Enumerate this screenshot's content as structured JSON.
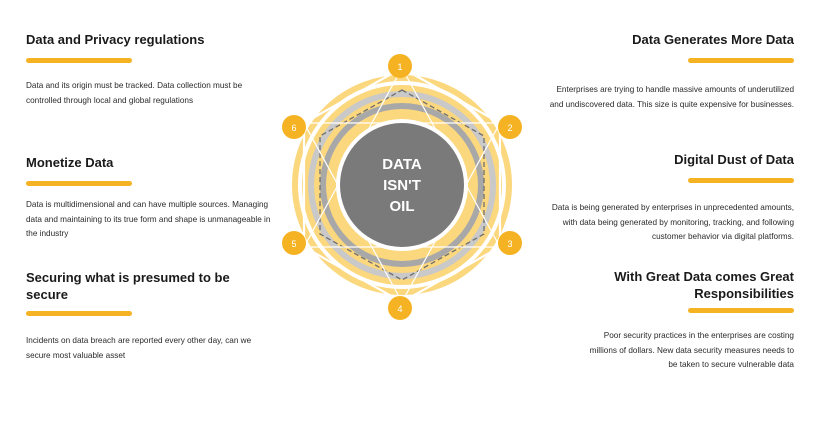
{
  "center": {
    "line1": "DATA",
    "line2": "ISN'T",
    "line3": "OIL"
  },
  "nodes": [
    "1",
    "2",
    "3",
    "4",
    "5",
    "6"
  ],
  "colors": {
    "accent": "#f5b324",
    "ring_light": "#fbd77e",
    "ring_gray": "#a8a8a8",
    "center_fill": "#7a7a7a"
  },
  "left": [
    {
      "title": "Data and Privacy regulations",
      "text": "Data and its origin must be tracked. Data collection must be controlled through local and global regulations"
    },
    {
      "title": "Monetize Data",
      "text": "Data is multidimensional and can have multiple sources. Managing data and maintaining to its true form and shape is unmanageable in the industry"
    },
    {
      "title": "Securing what is presumed to be secure",
      "text": "Incidents on data breach are reported every other day, can we secure most valuable asset"
    }
  ],
  "right": [
    {
      "title": "Data Generates More Data",
      "text": "Enterprises are trying to handle massive amounts of underutilized and undiscovered data. This size is quite expensive for businesses."
    },
    {
      "title": "Digital Dust of Data",
      "text": "Data is being generated by enterprises in unprecedented amounts, with data being generated by monitoring, tracking, and following customer behavior via digital platforms."
    },
    {
      "title": "With Great Data comes Great Responsibilities",
      "text": "Poor security practices in the enterprises are costing millions of dollars. New data security measures needs to be taken to secure vulnerable data"
    }
  ]
}
